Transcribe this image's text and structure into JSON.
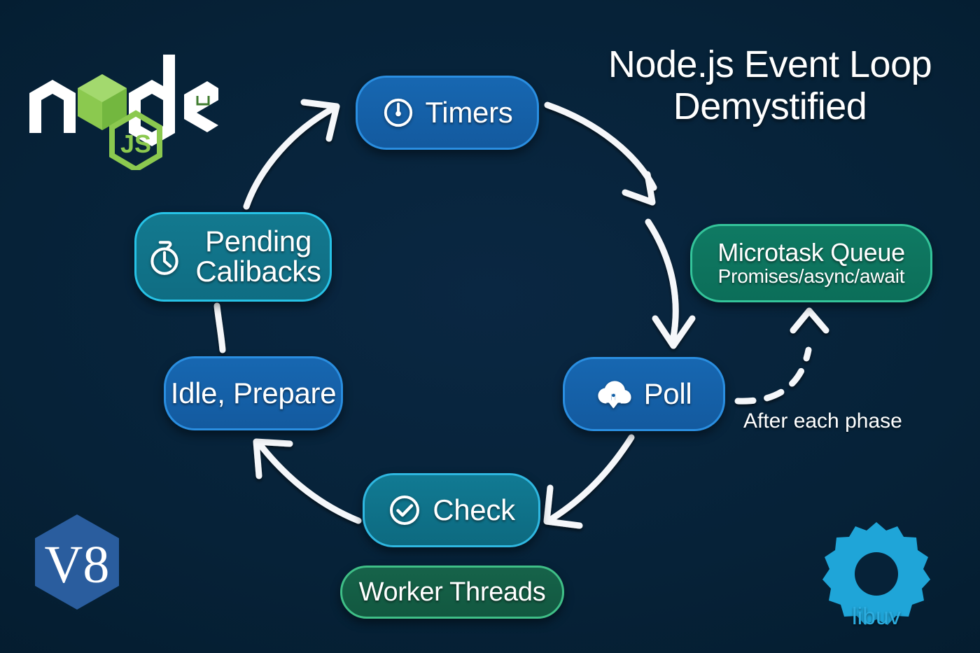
{
  "title": {
    "line1": "Node.js Event Loop",
    "line2": "Demystified"
  },
  "background_color": "#062238",
  "nodes": [
    {
      "id": "timers",
      "label": "Timers",
      "icon": "clock-icon",
      "color": "#1767b1",
      "border": "#2a8ee0"
    },
    {
      "id": "pending",
      "label_line1": "Pending",
      "label_line2": "Calibacks",
      "icon": "stopwatch-icon",
      "color": "#13798f",
      "border": "#27c2e6"
    },
    {
      "id": "idle",
      "label": "Idle, Prepare",
      "icon": "none",
      "color": "#1767b1",
      "border": "#2a8ee0"
    },
    {
      "id": "check",
      "label": "Check",
      "icon": "check-circle-icon",
      "color": "#117a93",
      "border": "#2fb7e0"
    },
    {
      "id": "poll",
      "label": "Poll",
      "icon": "cloud-download-icon",
      "color": "#1767b1",
      "border": "#2a8ee0"
    },
    {
      "id": "microtask",
      "label": "Microtask Queue",
      "sub": "Promises/async/await",
      "icon": "none",
      "color": "#0f7a63",
      "border": "#34c49a"
    },
    {
      "id": "worker",
      "label": "Worker Threads",
      "icon": "none",
      "color": "#16634a",
      "border": "#3fbf87"
    }
  ],
  "edges": [
    {
      "from": "pending",
      "to": "timers",
      "style": "solid",
      "label": ""
    },
    {
      "from": "timers",
      "to": "poll",
      "style": "solid",
      "label": ""
    },
    {
      "from": "poll",
      "to": "check",
      "style": "solid",
      "label": ""
    },
    {
      "from": "check",
      "to": "idle",
      "style": "solid",
      "label": ""
    },
    {
      "from": "idle",
      "to": "pending",
      "style": "solid",
      "label": ""
    },
    {
      "from": "poll",
      "to": "microtask",
      "style": "dashed",
      "label": "After each phase"
    }
  ],
  "captions": {
    "after_each_phase": "After each phase"
  },
  "logos": {
    "node": {
      "name": "node",
      "suffix": "JS",
      "trademark": "®"
    },
    "v8": {
      "name": "V8"
    },
    "libuv": {
      "name": "libuv"
    }
  },
  "colors": {
    "accent_blue": "#2a8ee0",
    "accent_teal": "#27c2e6",
    "accent_green": "#34c49a",
    "node_green": "#8bc94f",
    "libuv_cyan": "#2cade0",
    "v8_blue": "#2a5d9e",
    "arrow_white": "#f5f7fa"
  }
}
